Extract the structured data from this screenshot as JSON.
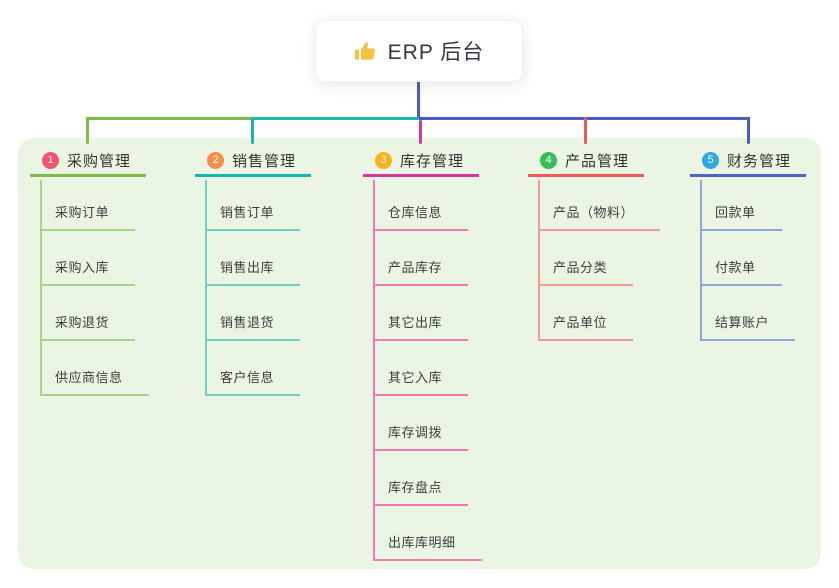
{
  "page": {
    "background": "#FFFFFF",
    "panel_background": "#EAF6E3"
  },
  "root": {
    "title": "ERP 后台",
    "icon": "thumbs-up-icon",
    "icon_color": "#F6C244",
    "node_background": "#FFFFFF",
    "text_color": "#333740"
  },
  "connectors": {
    "root_drop": "#4A5CC9",
    "segment_left": "#7CBE4C",
    "segment_middle": "#17B7AE",
    "segment_right": "#4A5CC9",
    "drop_branch1": "#7CBE4C",
    "drop_branch2": "#17B7AE",
    "drop_branch3": "#D6369E",
    "drop_branch4": "#F2575A",
    "drop_branch5": "#4A5CC9"
  },
  "branches": [
    {
      "index": "1",
      "label": "采购管理",
      "badge_color": "#F2556C",
      "line_color": "#7CBE4C",
      "child_line_color": "#A8D488",
      "children": [
        "采购订单",
        "采购入库",
        "采购退货",
        "供应商信息"
      ]
    },
    {
      "index": "2",
      "label": "销售管理",
      "badge_color": "#FB8C49",
      "line_color": "#17B7AE",
      "child_line_color": "#6FCFC6",
      "children": [
        "销售订单",
        "销售出库",
        "销售退货",
        "客户信息"
      ]
    },
    {
      "index": "3",
      "label": "库存管理",
      "badge_color": "#FBB117",
      "line_color": "#D6369E",
      "child_line_color": "#F07AB8",
      "children": [
        "仓库信息",
        "产品库存",
        "其它出库",
        "其它入库",
        "库存调拨",
        "库存盘点",
        "出库库明细"
      ]
    },
    {
      "index": "4",
      "label": "产品管理",
      "badge_color": "#35BD5A",
      "line_color": "#F2575A",
      "child_line_color": "#F49B98",
      "children": [
        "产品（物料）",
        "产品分类",
        "产品单位"
      ]
    },
    {
      "index": "5",
      "label": "财务管理",
      "badge_color": "#2FA7E1",
      "line_color": "#4A64C8",
      "child_line_color": "#90A5E0",
      "children": [
        "回款单",
        "付款单",
        "结算账户"
      ]
    }
  ]
}
